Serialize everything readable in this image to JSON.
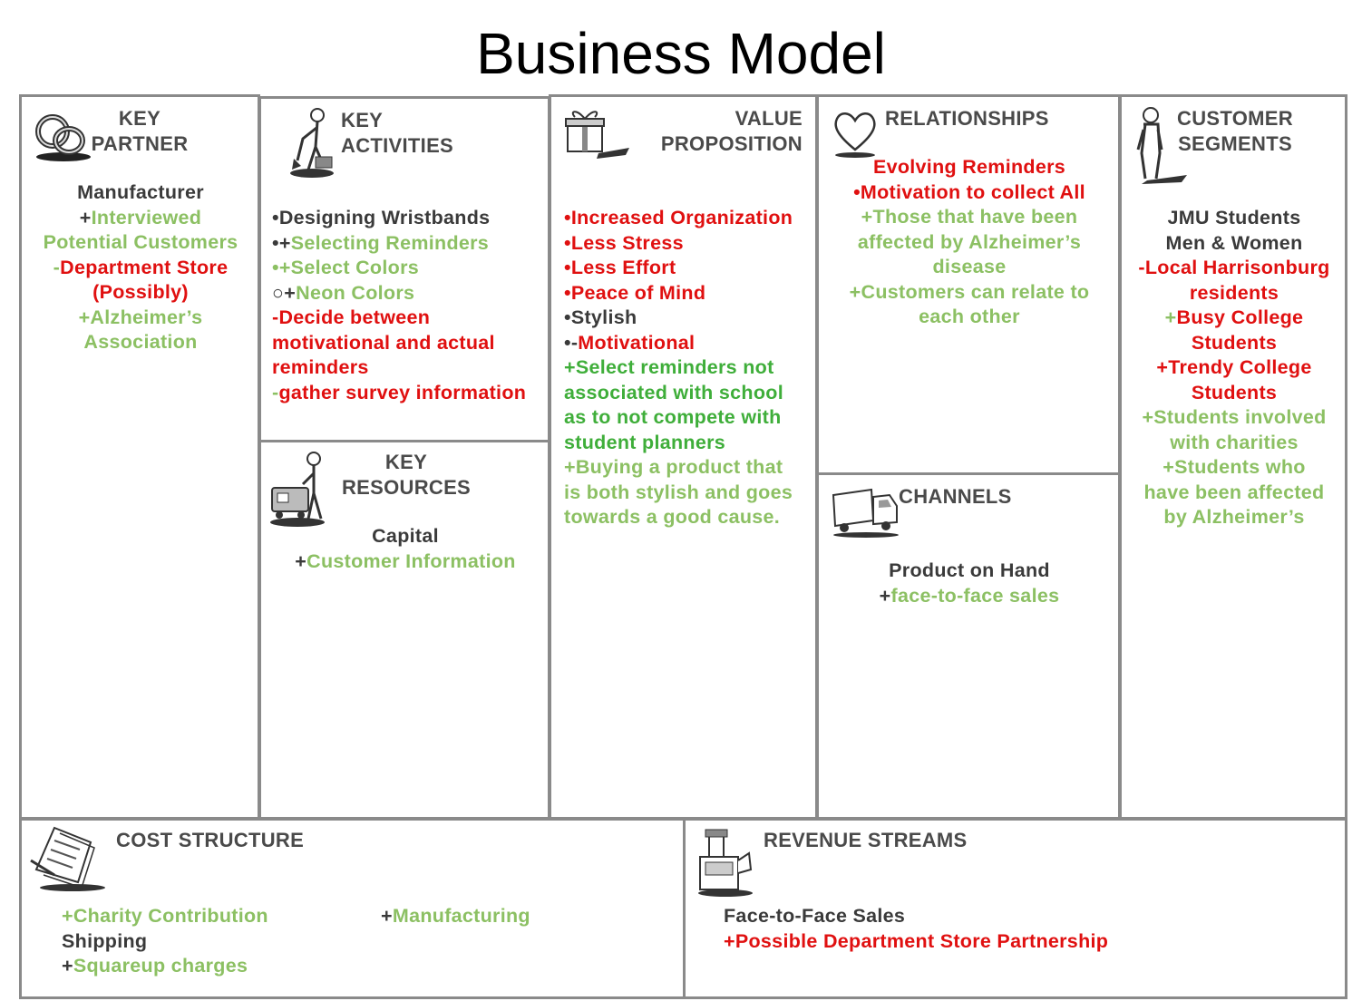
{
  "title": "Business Model",
  "key_partner": {
    "heading": [
      "KEY",
      "PARTNER"
    ],
    "lines": [
      [
        {
          "t": "Manufacturer",
          "c": "k"
        }
      ],
      [
        {
          "t": "+",
          "c": "k"
        },
        {
          "t": "Interviewed",
          "c": "g"
        }
      ],
      [
        {
          "t": "Potential Customers",
          "c": "g"
        }
      ],
      [
        {
          "t": "-",
          "c": "g"
        },
        {
          "t": "Department Store",
          "c": "r"
        }
      ],
      [
        {
          "t": "(Possibly)",
          "c": "r"
        }
      ],
      [
        {
          "t": "+Alzheimer’s",
          "c": "g"
        }
      ],
      [
        {
          "t": "Association",
          "c": "g"
        }
      ]
    ]
  },
  "key_activities": {
    "heading": [
      "KEY",
      "ACTIVITIES"
    ],
    "lines": [
      [
        {
          "t": "•Designing Wristbands",
          "c": "k"
        }
      ],
      [
        {
          "t": "•+",
          "c": "k"
        },
        {
          "t": "Selecting Reminders",
          "c": "g"
        }
      ],
      [
        {
          "t": "•+Select Colors",
          "c": "g"
        }
      ],
      [
        {
          "t": "○+",
          "c": "k"
        },
        {
          "t": "Neon Colors",
          "c": "g"
        }
      ],
      [
        {
          "t": "-Decide between",
          "c": "r"
        }
      ],
      [
        {
          "t": "motivational and actual",
          "c": "r"
        }
      ],
      [
        {
          "t": "reminders",
          "c": "r"
        }
      ],
      [
        {
          "t": "-",
          "c": "g"
        },
        {
          "t": "gather survey information",
          "c": "r"
        }
      ]
    ]
  },
  "key_resources": {
    "heading": [
      "KEY",
      "RESOURCES"
    ],
    "lines": [
      [
        {
          "t": "Capital",
          "c": "k"
        }
      ],
      [
        {
          "t": "+",
          "c": "k"
        },
        {
          "t": "Customer Information",
          "c": "g"
        }
      ]
    ]
  },
  "value_proposition": {
    "heading": [
      "VALUE",
      "PROPOSITION"
    ],
    "lines": [
      [
        {
          "t": "•Increased Organization",
          "c": "r"
        }
      ],
      [
        {
          "t": "•Less Stress",
          "c": "r"
        }
      ],
      [
        {
          "t": "•Less Effort",
          "c": "r"
        }
      ],
      [
        {
          "t": "•Peace of Mind",
          "c": "r"
        }
      ],
      [
        {
          "t": "•Stylish",
          "c": "k"
        }
      ],
      [
        {
          "t": "•-",
          "c": "k"
        },
        {
          "t": "Motivational",
          "c": "r"
        }
      ],
      [
        {
          "t": "+Select reminders not",
          "c": "G"
        }
      ],
      [
        {
          "t": "associated with school",
          "c": "G"
        }
      ],
      [
        {
          "t": "as to not compete with",
          "c": "G"
        }
      ],
      [
        {
          "t": "student planners",
          "c": "G"
        }
      ],
      [
        {
          "t": "+Buying a product that",
          "c": "g"
        }
      ],
      [
        {
          "t": "is both stylish and goes",
          "c": "g"
        }
      ],
      [
        {
          "t": "towards a good cause.",
          "c": "g"
        }
      ]
    ]
  },
  "relationships": {
    "heading": [
      "RELATIONSHIPS"
    ],
    "lines": [
      [
        {
          "t": "Evolving Reminders",
          "c": "r"
        }
      ],
      [
        {
          "t": "•Motivation to collect All",
          "c": "r"
        }
      ],
      [
        {
          "t": " ",
          "c": "k"
        }
      ],
      [
        {
          "t": "+Those that have been",
          "c": "g"
        }
      ],
      [
        {
          "t": "affected by Alzheimer’s",
          "c": "g"
        }
      ],
      [
        {
          "t": "disease",
          "c": "g"
        }
      ],
      [
        {
          "t": "+Customers can relate to",
          "c": "g"
        }
      ],
      [
        {
          "t": "each other",
          "c": "g"
        }
      ]
    ]
  },
  "channels": {
    "heading": [
      "CHANNELS"
    ],
    "lines": [
      [
        {
          "t": "Product on Hand",
          "c": "k"
        }
      ],
      [
        {
          "t": "+",
          "c": "k"
        },
        {
          "t": "face-to-face sales",
          "c": "g"
        }
      ]
    ]
  },
  "customer_segments": {
    "heading": [
      "CUSTOMER",
      "SEGMENTS"
    ],
    "lines": [
      [
        {
          "t": "JMU Students",
          "c": "k"
        }
      ],
      [
        {
          "t": "Men & Women",
          "c": "k"
        }
      ],
      [
        {
          "t": "-Local Harrisonburg",
          "c": "r"
        }
      ],
      [
        {
          "t": "residents",
          "c": "r"
        }
      ],
      [
        {
          "t": "+",
          "c": "g"
        },
        {
          "t": "Busy College",
          "c": "r"
        }
      ],
      [
        {
          "t": "Students",
          "c": "r"
        }
      ],
      [
        {
          "t": "+Trendy College",
          "c": "r"
        }
      ],
      [
        {
          "t": "Students",
          "c": "r"
        }
      ],
      [
        {
          "t": "+Students involved",
          "c": "g"
        }
      ],
      [
        {
          "t": "with charities",
          "c": "g"
        }
      ],
      [
        {
          "t": "+Students who",
          "c": "g"
        }
      ],
      [
        {
          "t": "have been affected",
          "c": "g"
        }
      ],
      [
        {
          "t": "by Alzheimer’s",
          "c": "g"
        }
      ]
    ]
  },
  "cost_structure": {
    "heading": "COST STRUCTURE",
    "col1": [
      [
        {
          "t": "+Charity Contribution",
          "c": "g"
        }
      ],
      [
        {
          "t": "Shipping",
          "c": "k"
        }
      ],
      [
        {
          "t": "+",
          "c": "k"
        },
        {
          "t": "Squareup charges",
          "c": "g"
        }
      ]
    ],
    "col2": [
      [
        {
          "t": "+",
          "c": "k"
        },
        {
          "t": "Manufacturing",
          "c": "g"
        }
      ]
    ]
  },
  "revenue_streams": {
    "heading": "REVENUE STREAMS",
    "lines": [
      [
        {
          "t": "Face-to-Face Sales",
          "c": "k"
        }
      ],
      [
        {
          "t": "+Possible Department Store Partnership",
          "c": "r"
        }
      ]
    ]
  },
  "icons": {
    "key_partner": "rings-icon",
    "key_activities": "worker-digging-icon",
    "key_resources": "worker-with-machine-icon",
    "value_proposition": "gift-box-icon",
    "relationships": "heart-icon",
    "channels": "truck-icon",
    "customer_segments": "person-standing-icon",
    "cost_structure": "papers-icon",
    "revenue_streams": "cash-register-icon"
  }
}
